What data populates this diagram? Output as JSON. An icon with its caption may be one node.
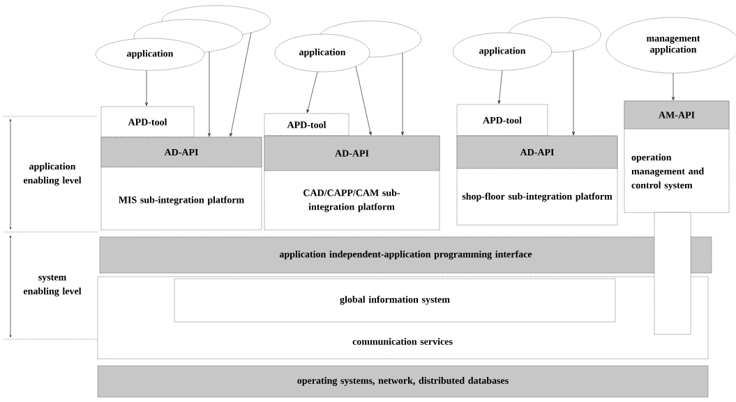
{
  "diagram": {
    "nodes": [
      {
        "text": [],
        "shape": "ellipse"
      },
      {
        "text": [],
        "shape": "ellipse"
      },
      {
        "text": [
          "application"
        ]
      },
      {
        "text": [],
        "shape": "ellipse"
      },
      {
        "text": [
          "application"
        ]
      },
      {
        "text": [],
        "shape": "ellipse"
      },
      {
        "text": [
          "application"
        ]
      },
      {
        "text": [
          "management application"
        ]
      },
      {
        "text": [
          "APD-tool"
        ]
      },
      {
        "text": [
          "MIS sub-integration platform"
        ]
      },
      {
        "text": [
          "AD-API"
        ],
        "in": 9
      },
      {
        "text": [
          "APD-tool"
        ]
      },
      {
        "text": [
          "CAD/CAPP/CAM sub-integration platform"
        ]
      },
      {
        "text": [
          "AD-API"
        ],
        "in": 12
      },
      {
        "text": [
          "APD-tool"
        ]
      },
      {
        "text": [
          "shop-floor sub-integration platform"
        ]
      },
      {
        "text": [
          "AD-API"
        ],
        "in": 15
      },
      {
        "text": [
          "operation management and control system"
        ]
      },
      {
        "text": [
          "AM-API"
        ],
        "in": 17
      },
      {
        "text": [
          "application independent-application programming interface"
        ]
      },
      {
        "text": [
          "communication services"
        ]
      },
      {
        "text": [
          "global information system"
        ],
        "in": 20
      },
      {
        "text": [
          "operating systems, network, distributed databases"
        ]
      },
      {
        "text": [],
        "shape": "box"
      }
    ],
    "edges": [
      {
        "from": 2,
        "to": 8,
        "arrow": "to"
      },
      {
        "from": 1,
        "to": 10,
        "arrow": "to"
      },
      {
        "from": 0,
        "to": 10,
        "arrow": "to"
      },
      {
        "from": 4,
        "to": 11,
        "arrow": "to"
      },
      {
        "from": 4,
        "to": 13,
        "arrow": "to"
      },
      {
        "from": 3,
        "to": 13,
        "arrow": "to"
      },
      {
        "from": 6,
        "to": 14,
        "arrow": "to"
      },
      {
        "from": 5,
        "to": 16,
        "arrow": "to"
      },
      {
        "from": 7,
        "to": 18,
        "arrow": "to"
      }
    ],
    "labels": [
      "application enabling level",
      "system enabling level"
    ]
  }
}
